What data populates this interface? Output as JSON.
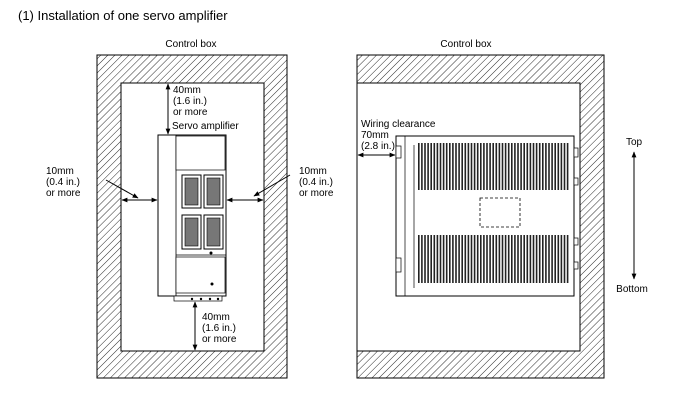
{
  "heading": "(1) Installation of one servo amplifier",
  "front_view": {
    "box_label": "Control box",
    "top_clearance": [
      "40mm",
      "(1.6 in.)",
      "or more"
    ],
    "device_label": "Servo amplifier",
    "left_clearance": [
      "10mm",
      "(0.4 in.)",
      "or more"
    ],
    "right_clearance": [
      "10mm",
      "(0.4 in.)",
      "or more"
    ],
    "bottom_clearance": [
      "40mm",
      "(1.6 in.)",
      "or more"
    ]
  },
  "side_view": {
    "box_label": "Control box",
    "wiring_clearance": [
      "Wiring clearance",
      "70mm",
      "(2.8 in.)"
    ],
    "orientation_top": "Top",
    "orientation_bottom": "Bottom"
  }
}
